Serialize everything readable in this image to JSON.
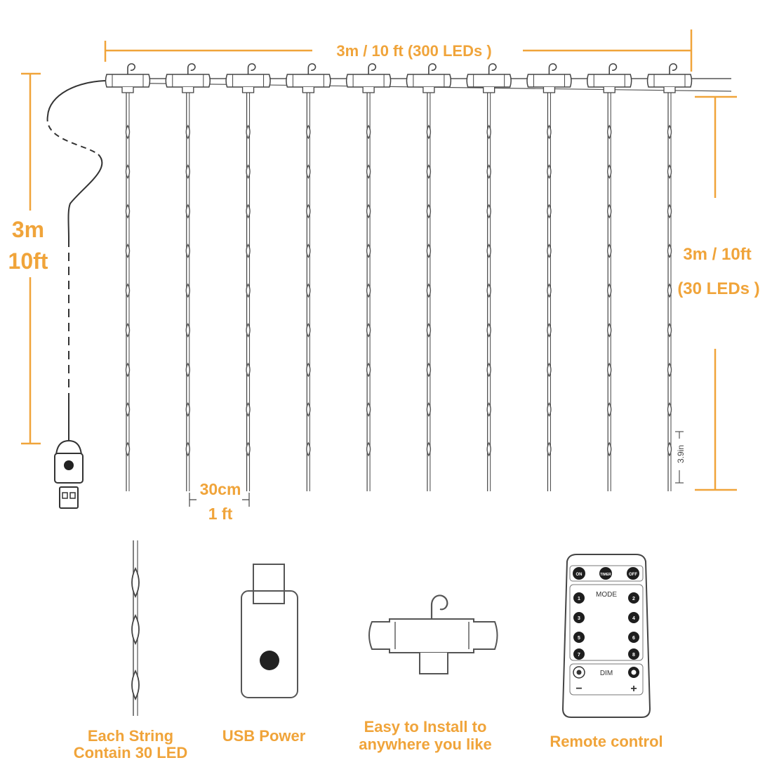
{
  "colors": {
    "accent": "#f0a43a",
    "line": "#444444",
    "led": "#555555",
    "background": "#ffffff"
  },
  "dimensions": {
    "width_label": "3m / 10 ft (300 LEDs )",
    "height_label_line1": "3m",
    "height_label_line2": "10ft",
    "string_length_label": "3m / 10ft",
    "string_led_label": "(30 LEDs )",
    "led_spacing_label": "3.9in",
    "string_spacing_label_line1": "30cm",
    "string_spacing_label_line2": "1 ft"
  },
  "structure": {
    "string_count": 10,
    "leds_per_string": 30
  },
  "features": [
    {
      "name": "string",
      "caption_line1": "Each String",
      "caption_line2": "Contain 30 LED",
      "icon": "led-string-icon"
    },
    {
      "name": "usb",
      "caption_line1": "USB Power",
      "caption_line2": "",
      "icon": "usb-plug-icon"
    },
    {
      "name": "hook",
      "caption_line1": "Easy to Install to",
      "caption_line2": "anywhere you like",
      "icon": "hook-clip-icon"
    },
    {
      "name": "remote",
      "caption_line1": "Remote control",
      "caption_line2": "",
      "icon": "remote-control-icon"
    }
  ],
  "remote": {
    "on": "ON",
    "timer": "TIMER",
    "off": "OFF",
    "mode": "MODE",
    "keys_left": [
      "1",
      "3",
      "5",
      "7"
    ],
    "keys_right": [
      "2",
      "4",
      "6",
      "8"
    ],
    "dim": "DIM",
    "minus": "−",
    "plus": "+"
  }
}
